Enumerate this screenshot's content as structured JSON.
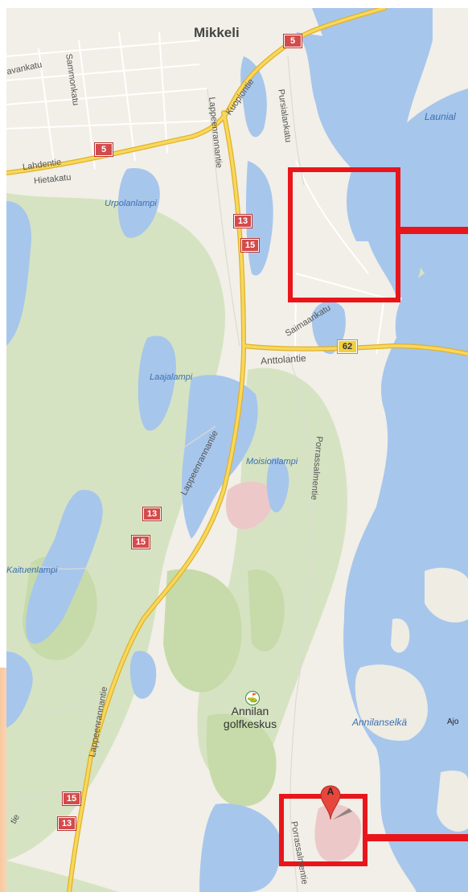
{
  "map": {
    "city": "Mikkeli",
    "streets": {
      "lahdentie": "Lahdentie",
      "hietakatu": "Hietakatu",
      "avankatu": "avankatu",
      "sammonkatu": "Sammonkatu",
      "kuopiontie": "Kuopiontie",
      "lappeenrannantie": "Lappeenrannantie",
      "pursialankatu": "Pursialankatu",
      "saimaankatu": "Saimaankatu",
      "anttolantie": "Anttolantie",
      "porrassalmentie": "Porrassalmentie",
      "edge_tie": "tie"
    },
    "water": {
      "urpolanlampi": "Urpolanlampi",
      "laajalampi": "Laajalampi",
      "moisionlampi": "Moisionlampi",
      "kaituenlampi": "Kaituenlampi",
      "annilanselka": "Annilanselkä",
      "launial": "Launial",
      "ajo": "Ajo"
    },
    "places": {
      "golf_line1": "Annilan",
      "golf_line2": "golfkeskus"
    },
    "routes": {
      "r5": "5",
      "r13": "13",
      "r15": "15",
      "r62": "62"
    },
    "marker": {
      "letter": "A"
    },
    "icons": {
      "golf": "golf-course-icon",
      "pin": "map-pin-icon"
    },
    "colors": {
      "land": "#f1efe7",
      "water": "#a7c6ec",
      "park": "#cfdfb8",
      "highway": "#f2c94c",
      "route_shield": "#d44a4a",
      "highlight_box": "#e8161b"
    }
  }
}
